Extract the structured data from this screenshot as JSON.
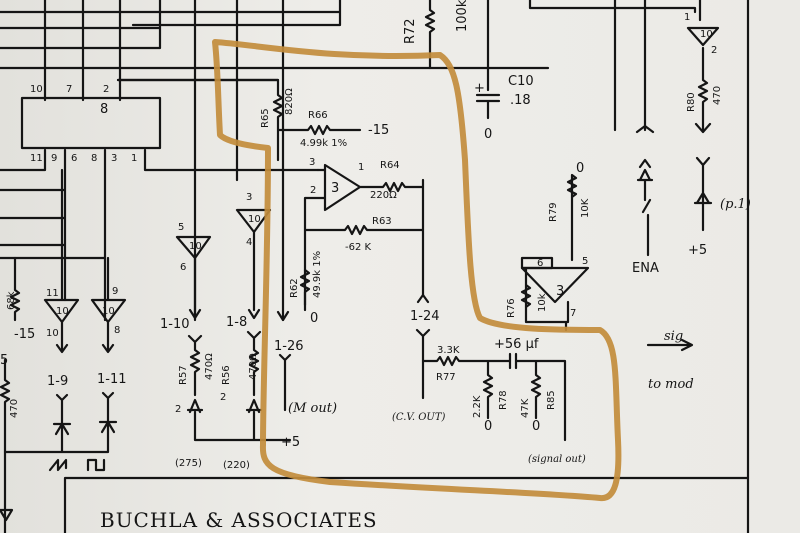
{
  "colors": {
    "ink": "#151515",
    "paper": "#e8e7e2",
    "highlight": "#c28c3c"
  },
  "labels": {
    "r72": "R72",
    "r72_val": "100k",
    "c10": "C10",
    "c10_val": ".18",
    "plus": "+",
    "zero": "0",
    "u8": "8",
    "u8_pins_top": [
      "10",
      "7",
      "2"
    ],
    "u8_pins_bottom": [
      "11",
      "9",
      "6",
      "8",
      "3",
      "1"
    ],
    "r65": "R65",
    "r65_val": "820Ω",
    "r66": "R66",
    "r66_val": "4.99k 1%",
    "neg15": "-15",
    "u3": "3",
    "u3_pin3": "3",
    "u3_pin2": "2",
    "u3_pin1": "1",
    "r64": "R64",
    "r64_val": "220Ω",
    "r63": "R63",
    "r63_val": "-62 K",
    "r62": "R62",
    "r62_val": "49.9k 1%",
    "inv10": "10",
    "pin5": "5",
    "pin6": "6",
    "pin3": "3",
    "pin4": "4",
    "pin11": "11",
    "pin10": "10",
    "pin9": "9",
    "pin8": "8",
    "pin1": "1",
    "pin2": "2",
    "pin7": "7",
    "j1_10": "1-10",
    "j1_8": "1-8",
    "j1_26": "1-26",
    "j1_9": "1-9",
    "j1_11": "1-11",
    "j1_24": "1-24",
    "r57": "R57",
    "r57_val": "470Ω",
    "r56": "R56",
    "r56_val": "470Ω",
    "led_a": "2",
    "led275": "(275)",
    "led220": "(220)",
    "plus5": "+5",
    "m_out": "(M out)",
    "r68": "68k",
    "neg15b": "-15",
    "r470": "470",
    "five": "5",
    "cv_out": "(C.V. OUT)",
    "r77": "R77",
    "r77_val": "3.3K",
    "cap56": "+56 μf",
    "r78": "R78",
    "r78_val": "2.2K",
    "r85": "R85",
    "r85_val": "47K",
    "signal_out": "(signal out)",
    "r79": "R79",
    "r79_val": "10K",
    "r76": "R76",
    "r76_val": "10k",
    "ena": "ENA",
    "p1": "(p.1)",
    "r80": "R80",
    "r80_val": "470",
    "sig": "sig",
    "to_mod": "to mod",
    "saw": "⩘⩘",
    "square": "⎍⎍",
    "company": "BUCHLA & ASSOCIATES"
  }
}
